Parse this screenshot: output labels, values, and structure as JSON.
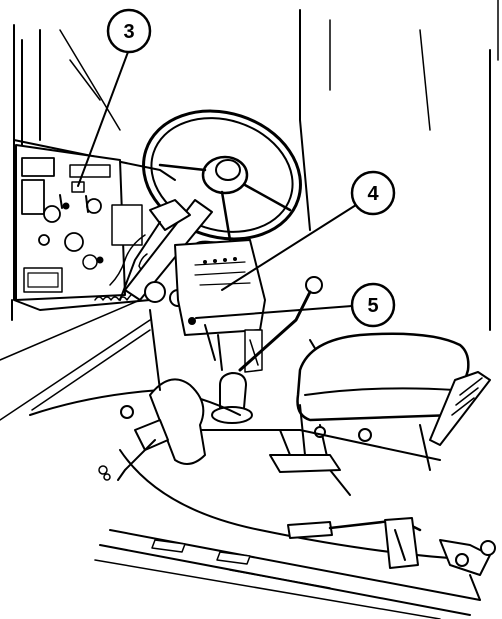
{
  "callouts": [
    {
      "id": "3",
      "label": "3"
    },
    {
      "id": "4",
      "label": "4"
    },
    {
      "id": "5",
      "label": "5"
    }
  ],
  "colors": {
    "ink": "#000000",
    "paper": "#ffffff"
  }
}
